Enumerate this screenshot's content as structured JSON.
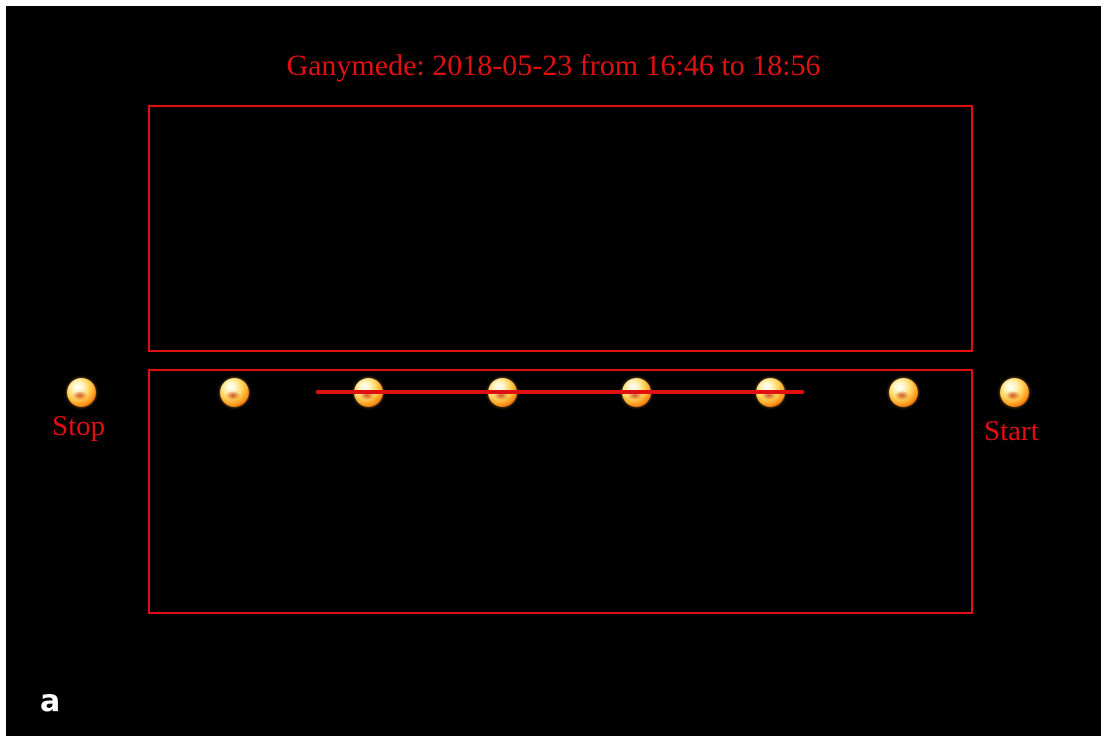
{
  "title": "Ganymede: 2018-05-23 from 16:46 to 18:56",
  "labels": {
    "stop": "Stop",
    "start": "Start"
  },
  "panel_letter": "a",
  "moon_positions_count": 8,
  "colors": {
    "background": "#000000",
    "annotation": "#e01010",
    "panel_letter": "#ffffff"
  }
}
